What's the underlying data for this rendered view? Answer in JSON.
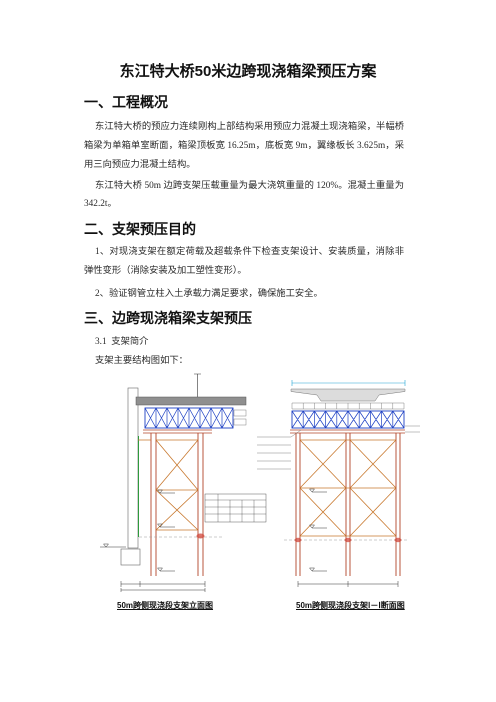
{
  "title": "东江特大桥50米边跨现浇箱梁预压方案",
  "section1": {
    "heading": "一、工程概况",
    "paragraphs": [
      {
        "lines": [
          "东江特大桥的预应力连续刚构上部结构采用预应力混凝土现浇箱梁，半幅桥",
          "箱梁为单箱单室断面，箱梁顶板宽 16.25m，底板宽 9m，翼缘板长 3.625m，采",
          "用三向预应力混凝土结构。"
        ]
      },
      {
        "lines": [
          "东江特大桥 50m 边跨支架压载重量为最大浇筑重量的 120%。混凝土重量为",
          "342.2t。"
        ]
      }
    ]
  },
  "section2": {
    "heading": "二、支架预压目的",
    "items": [
      {
        "lines": [
          "1、对现浇支架在额定荷载及超载条件下检查支架设计、安装质量，消除非",
          "弹性变形（消除安装及加工塑性变形）。"
        ]
      },
      {
        "lines": [
          "2、验证钢管立柱入土承载力满足要求，确保施工安全。"
        ]
      }
    ]
  },
  "section3": {
    "heading": "三、边跨现浇箱梁支架预压",
    "subheading": "3.1  支架简介",
    "intro": "支架主要结构图如下：",
    "figure": {
      "captions": {
        "elevation": "50m跨侧现浇段支架立面图",
        "section": "50m跨侧现浇段支架Ⅰ－Ⅰ断面图"
      },
      "colors": {
        "bailey_truss": "#1c3fc4",
        "steel_pipe": "#b3452a",
        "bracing": "#c8782e",
        "dimension": "#22a6d6",
        "pier": "#2e9a3c"
      }
    }
  }
}
